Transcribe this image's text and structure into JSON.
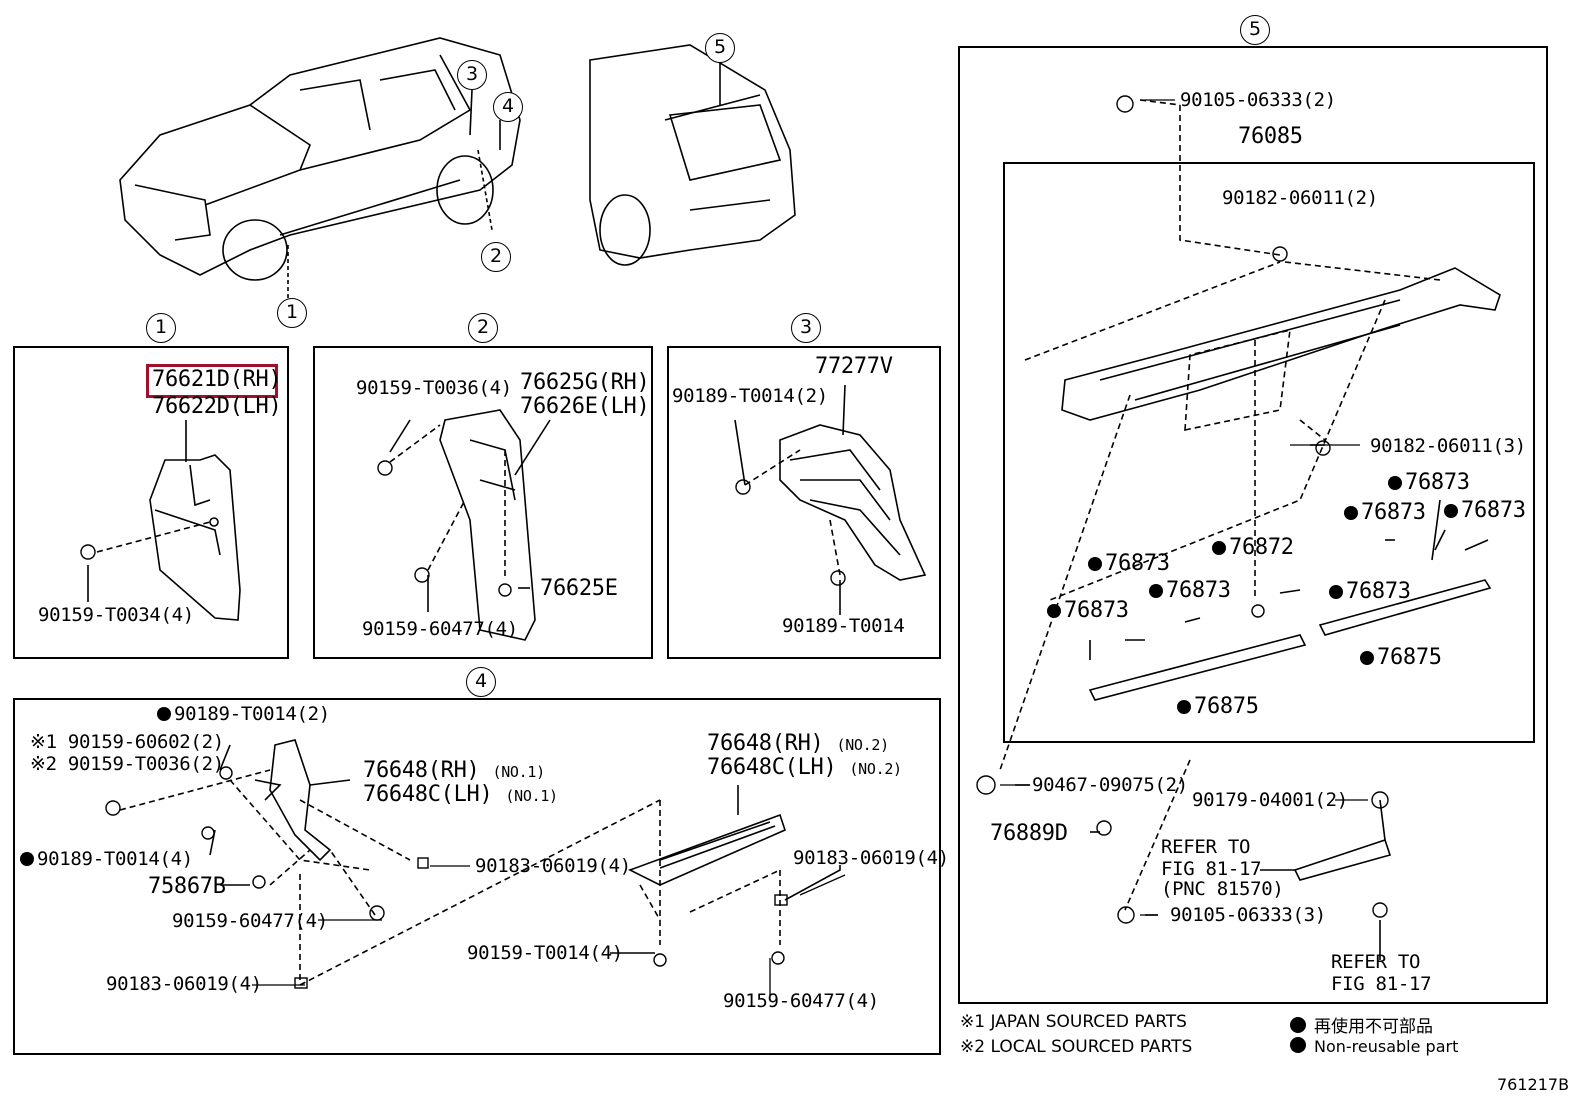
{
  "callouts": {
    "c1": "1",
    "c2": "2",
    "c3": "3",
    "c4": "4",
    "c5": "5"
  },
  "box1": {
    "part_rh": "76621D(RH)",
    "part_lh": "76622D(LH)",
    "screw": "90159-T0034(4)"
  },
  "box2": {
    "screw_a": "90159-T0036(4)",
    "part_rh": "76625G(RH)",
    "part_lh": "76626E(LH)",
    "screw_b": "90159-60477(4)",
    "clip": "76625E"
  },
  "box3": {
    "part": "77277V",
    "clip_a": "90189-T0014(2)",
    "clip_b": "90189-T0014"
  },
  "box4": {
    "clip_top": "90189-T0014(2)",
    "note1": "※1 90159-60602(2)",
    "note2": "※2 90159-T0036(2)",
    "part1_rh": "76648(RH)",
    "part1_rh_no": "(NO.1)",
    "part1_lh": "76648C(LH)",
    "part1_lh_no": "(NO.1)",
    "part2_rh": "76648(RH)",
    "part2_rh_no": "(NO.2)",
    "part2_lh": "76648C(LH)",
    "part2_lh_no": "(NO.2)",
    "clip_mid": "90189-T0014(4)",
    "part_75867b": "75867B",
    "screw_mid": "90159-60477(4)",
    "nut_bottom": "90183-06019(4)",
    "nut_center": "90183-06019(4)",
    "nut_right": "90183-06019(4)",
    "screw_t0014": "90159-T0014(4)",
    "screw_right": "90159-60477(4)"
  },
  "box5": {
    "screw_top": "90105-06333(2)",
    "assembly": "76085",
    "nut_top": "90182-06011(2)",
    "nut_side": "90182-06011(3)",
    "p76873": "76873",
    "p76872": "76872",
    "p76875": "76875",
    "clip_90467": "90467-09075(2)",
    "p76889d": "76889D",
    "clip_90179": "90179-04001(2)",
    "refer1_a": "REFER TO",
    "refer1_b": "FIG 81-17",
    "refer1_c": "(PNC 81570)",
    "screw_bottom": "90105-06333(3)",
    "refer2_a": "REFER TO",
    "refer2_b": "FIG 81-17"
  },
  "legend": {
    "n1": "※1  JAPAN SOURCED PARTS",
    "n2": "※2  LOCAL SOURCED PARTS",
    "jp": "再使用不可部品",
    "en": "Non-reusable part"
  },
  "figure_code": "761217B"
}
